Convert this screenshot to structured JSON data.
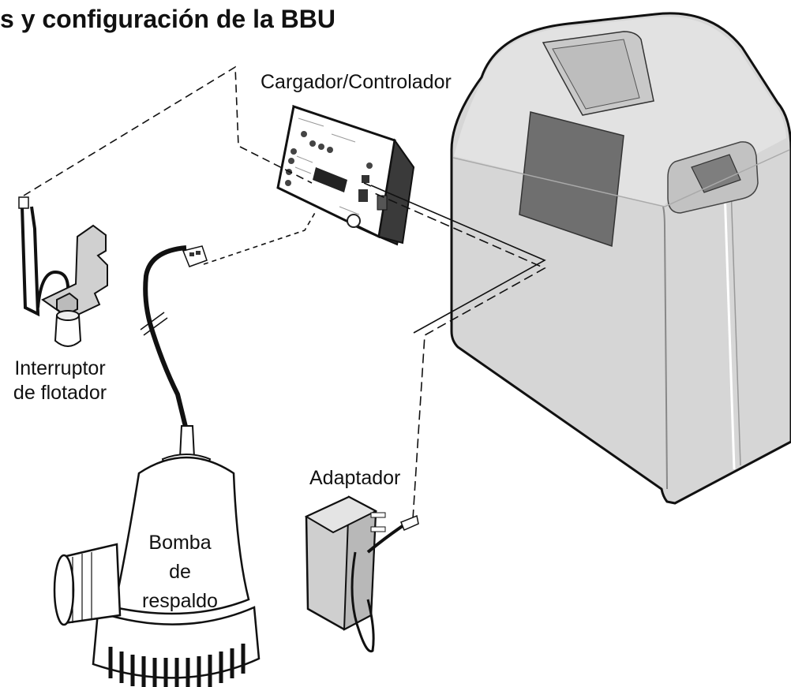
{
  "title": "s y configuración de la BBU",
  "labels": {
    "charger": "Cargador/Controlador",
    "float_switch_line1": "Interruptor",
    "float_switch_line2": "de flotador",
    "adapter": "Adaptador",
    "pump_line1": "Bomba",
    "pump_line2": "de",
    "pump_line3": "respaldo"
  },
  "colors": {
    "battery_fill": "#d6d6d6",
    "battery_window": "#6f6f6f",
    "outline": "#111111",
    "pump_fill": "#ffffff",
    "adapter_fill": "#cfcfcf"
  }
}
